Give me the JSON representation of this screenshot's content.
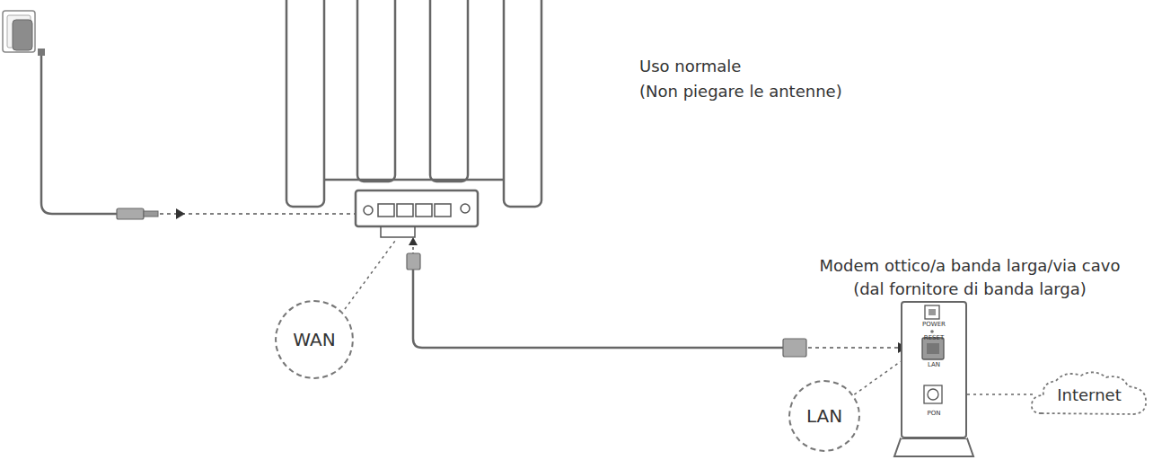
{
  "diagram": {
    "nodes": [
      {
        "text": [
          "WAN"
        ]
      },
      {
        "text": [
          "POWER",
          "RESET",
          "LAN",
          "PON"
        ]
      },
      {
        "text": [
          "LAN"
        ]
      },
      {
        "text": [
          "Internet"
        ]
      }
    ],
    "edges": [
      {
        "from": 2,
        "to": 1,
        "arrow": "none"
      },
      {
        "from": 1,
        "to": 3,
        "arrow": "none"
      }
    ],
    "labels": [
      "Uso normale",
      "(Non piegare le antenne)",
      "Modem ottico/a banda larga/via cavo",
      "(dal fornitore di banda larga)"
    ]
  }
}
